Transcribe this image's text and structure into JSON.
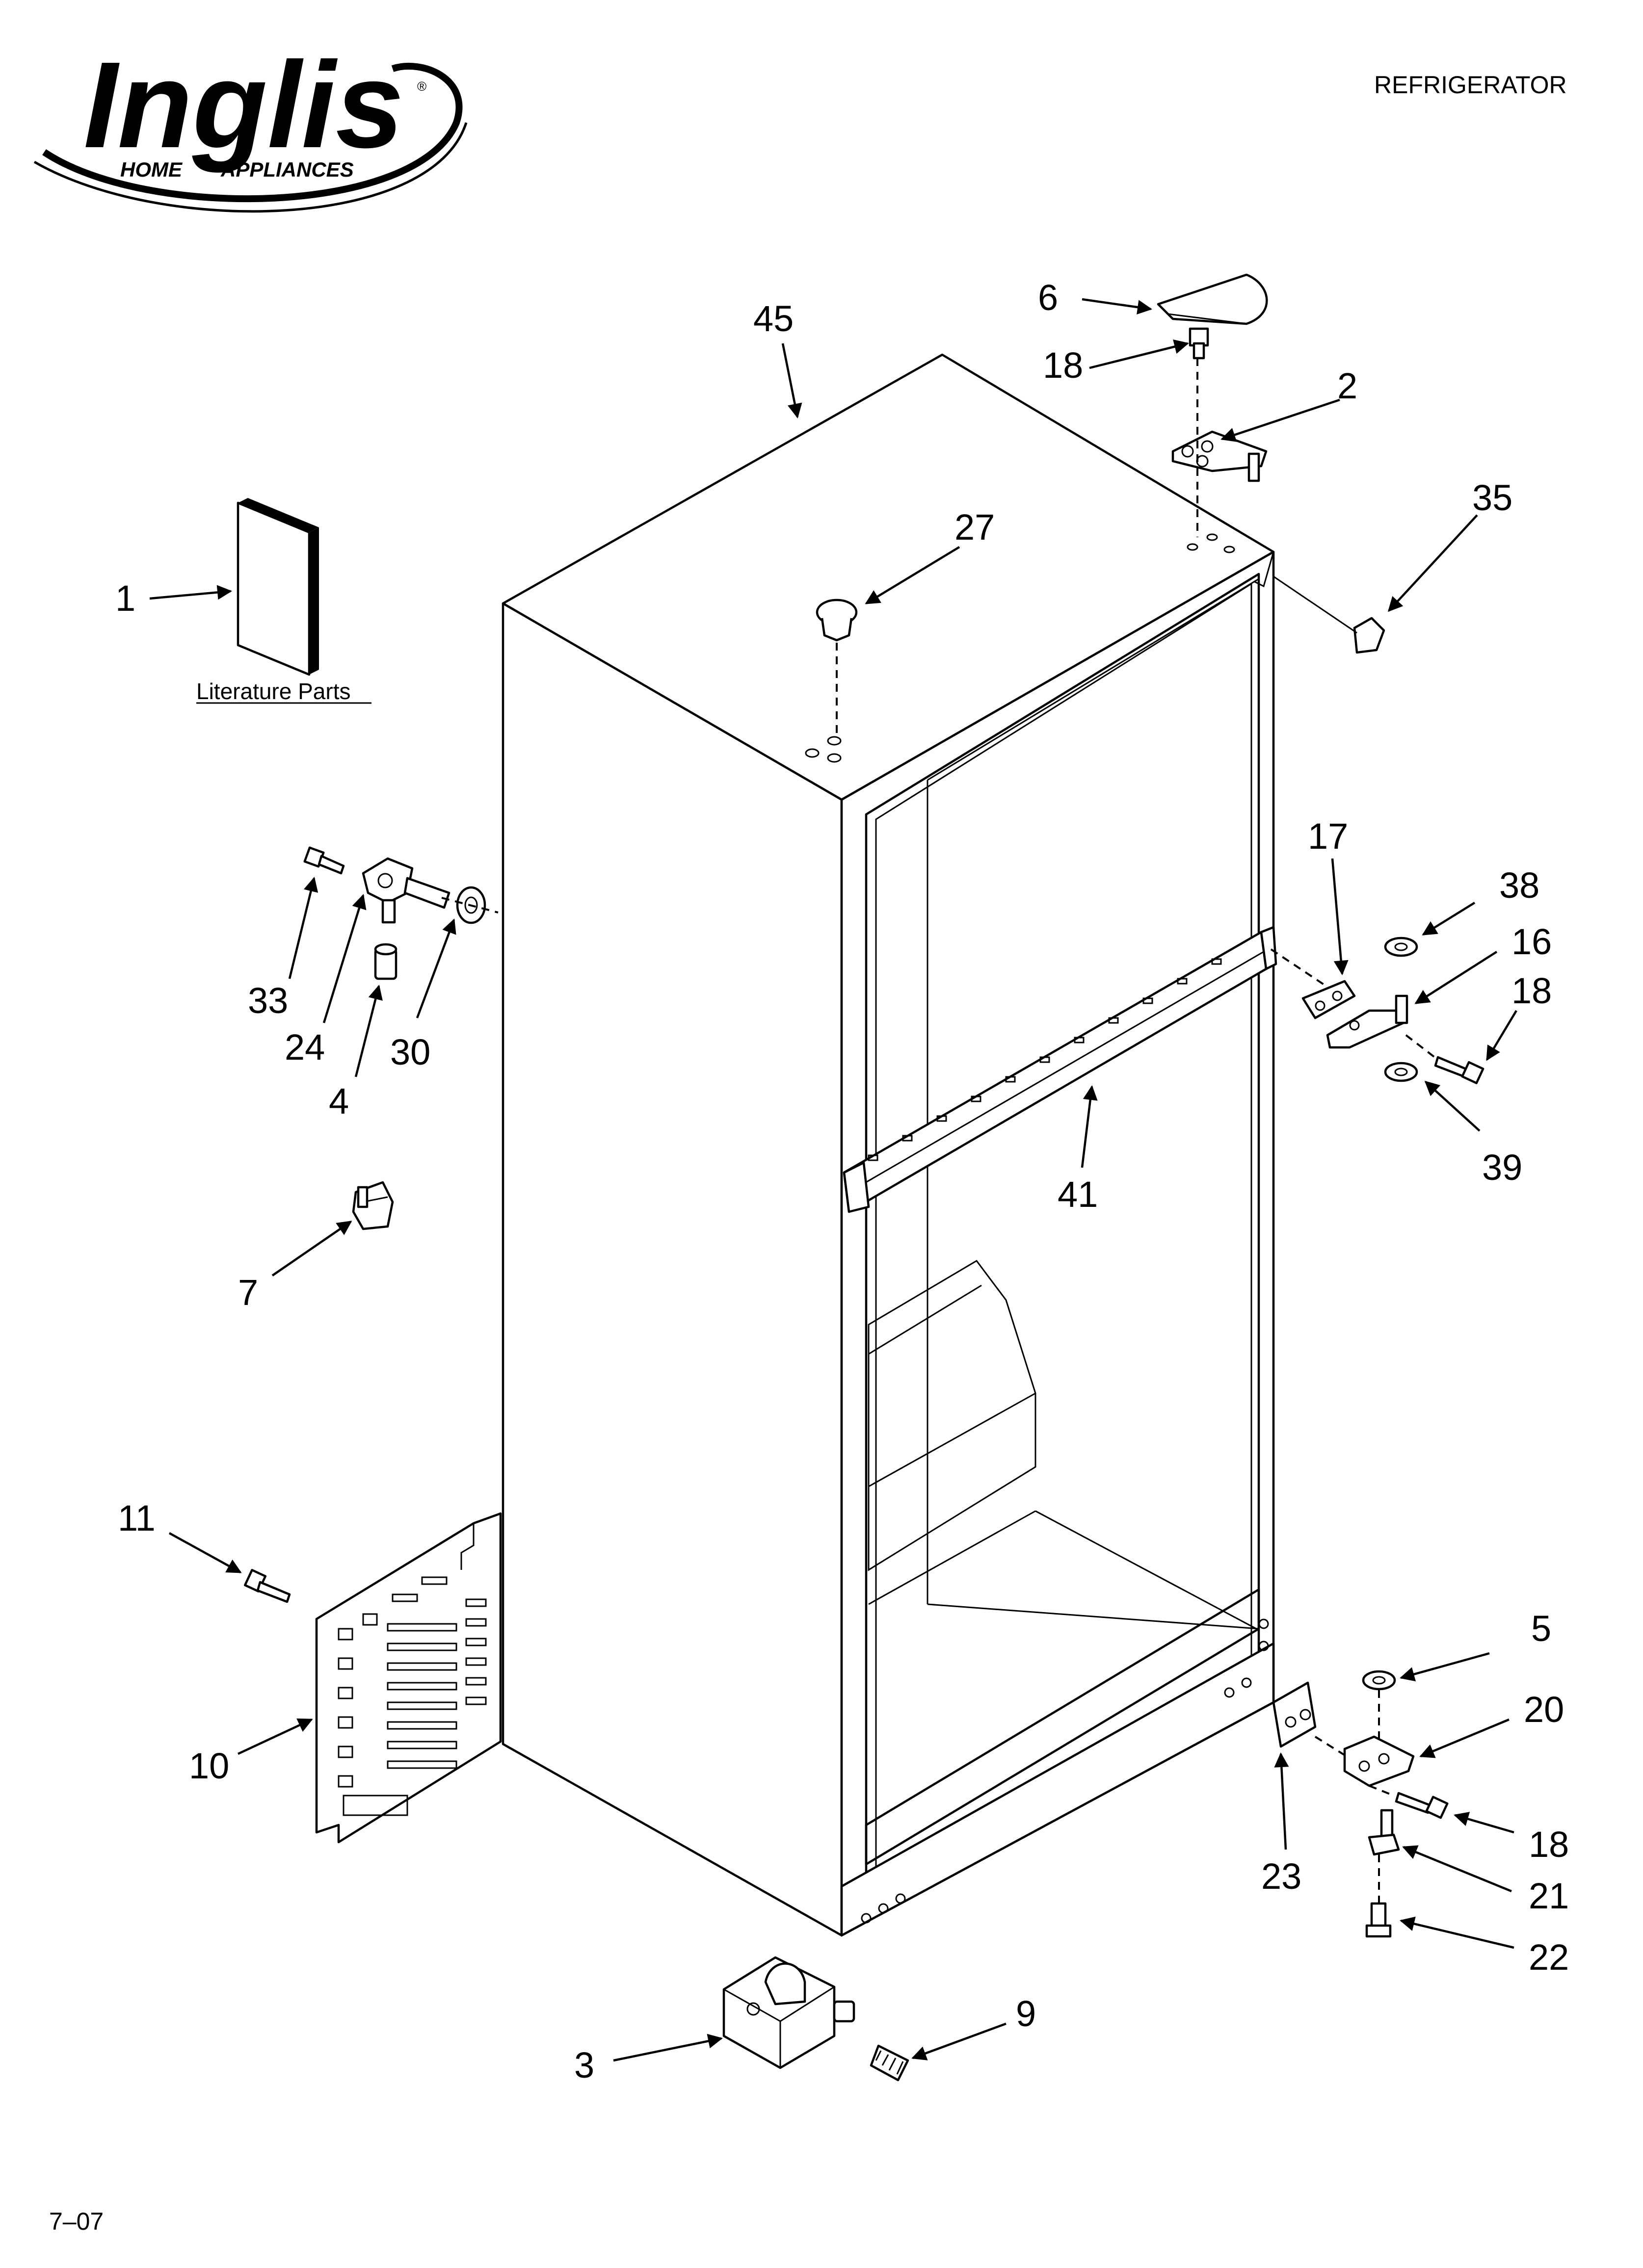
{
  "header": {
    "brand": "Inglis",
    "brand_sub_left": "HOME",
    "brand_sub_right": "APPLIANCES",
    "registered_mark": "®",
    "title": "REFRIGERATOR"
  },
  "literature": {
    "caption": "Literature Parts"
  },
  "footer": {
    "date_code": "7–07"
  },
  "callouts": {
    "c45": "45",
    "c6": "6",
    "c18a": "18",
    "c2": "2",
    "c35": "35",
    "c27": "27",
    "c1": "1",
    "c17": "17",
    "c38": "38",
    "c16": "16",
    "c18b": "18",
    "c39": "39",
    "c41": "41",
    "c33": "33",
    "c24": "24",
    "c30": "30",
    "c4": "4",
    "c7": "7",
    "c11": "11",
    "c10": "10",
    "c5": "5",
    "c20": "20",
    "c18c": "18",
    "c21": "21",
    "c23": "23",
    "c22": "22",
    "c3": "3",
    "c9": "9"
  }
}
